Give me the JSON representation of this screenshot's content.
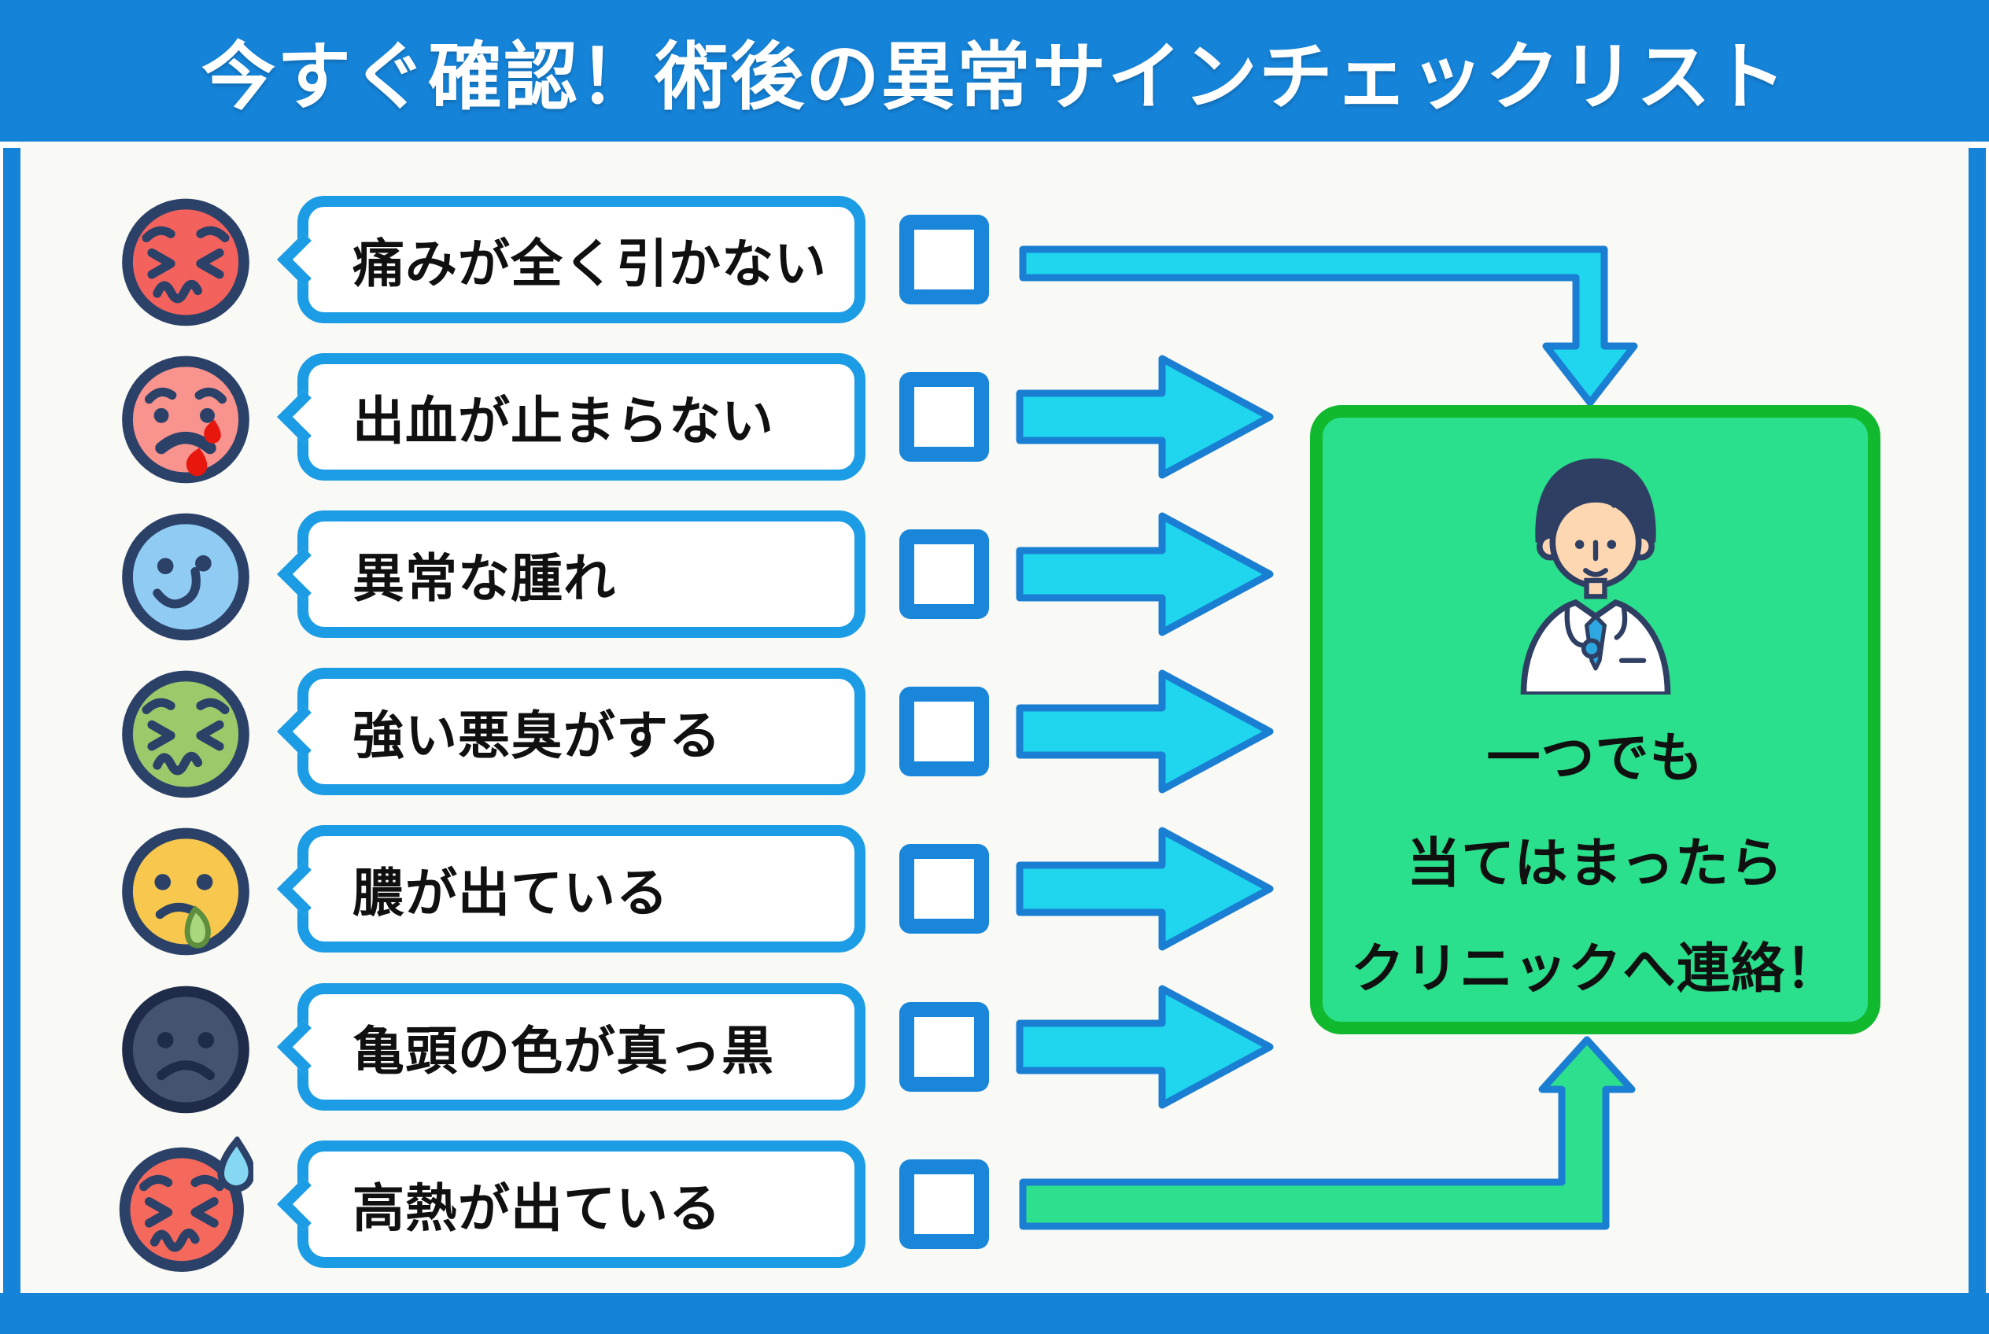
{
  "title": "今すぐ確認！術後の異常サインチェックリスト",
  "palette": {
    "frame_blue": "#1583d8",
    "bubble_border_blue": "#1b9ce4",
    "checkbox_border_blue": "#1a86da",
    "arrow_cyan_fill": "#1fd6ee",
    "arrow_green_fill": "#2ce08d",
    "arrow_outline_blue": "#1a7fd2",
    "result_box_fill": "#2ae08c",
    "result_box_border": "#10b92e",
    "content_background": "#f9f9f5"
  },
  "checklist": {
    "rows": [
      {
        "label": "痛みが全く引かない",
        "face_icon": "confounded-red-face-icon",
        "checked": false,
        "arrow": "elbow-down-into-box-top"
      },
      {
        "label": "出血が止まらない",
        "face_icon": "crying-blood-face-icon",
        "checked": false,
        "arrow": "straight-right"
      },
      {
        "label": "異常な腫れ",
        "face_icon": "worried-blue-face-icon",
        "checked": false,
        "arrow": "straight-right"
      },
      {
        "label": "強い悪臭がする",
        "face_icon": "nauseated-green-face-icon",
        "checked": false,
        "arrow": "straight-right"
      },
      {
        "label": "膿が出ている",
        "face_icon": "drooling-yellow-face-icon",
        "checked": false,
        "arrow": "straight-right"
      },
      {
        "label": "亀頭の色が真っ黒",
        "face_icon": "dark-frown-face-icon",
        "checked": false,
        "arrow": "straight-right"
      },
      {
        "label": "高熱が出ている",
        "face_icon": "fever-sweat-face-icon",
        "checked": false,
        "arrow": "elbow-up-into-box-bottom"
      }
    ]
  },
  "result_box": {
    "figure": "doctor-illustration",
    "lines": [
      "一つでも",
      "当てはまったら",
      "クリニックへ連絡！"
    ]
  }
}
